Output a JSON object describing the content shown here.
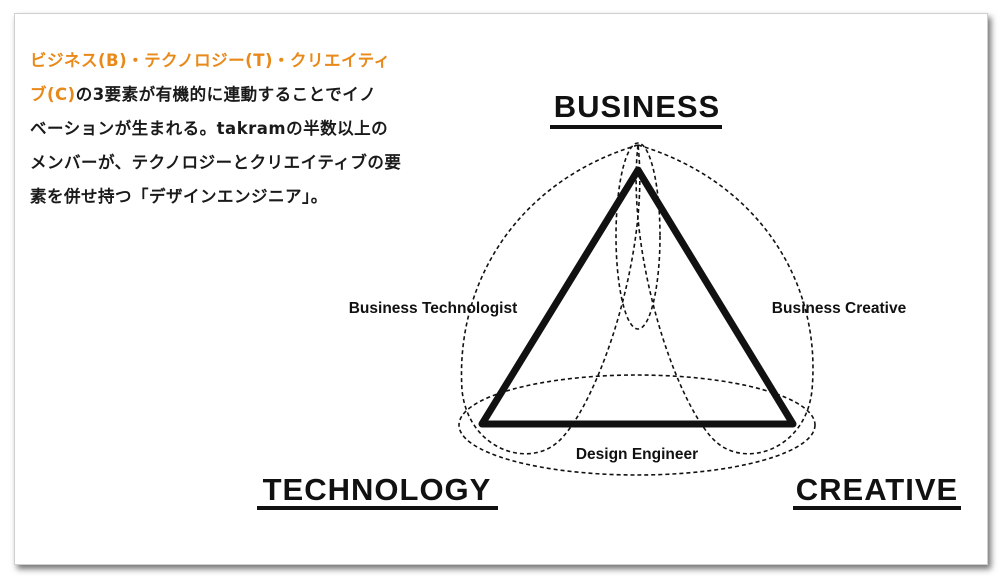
{
  "intro": {
    "accent_line1": "ビジネス(B)・テクノロジー(T)・クリエイティ",
    "accent_line2": "ブ(C)",
    "text_line2_rest": "の3要素が有機的に連動することでイノ",
    "text_line3": "ベーションが生まれる。takramの半数以上の",
    "text_line4": "メンバーが、テクノロジーとクリエイティブの要",
    "text_line5": "素を併せ持つ「デザインエンジニア」。"
  },
  "diagram": {
    "vertices": {
      "business": "BUSINESS",
      "technology": "TECHNOLOGY",
      "creative": "CREATIVE"
    },
    "overlaps": {
      "business_technologist": "Business Technologist",
      "business_creative": "Business Creative",
      "design_engineer": "Design Engineer"
    }
  },
  "colors": {
    "accent": "#e8891a",
    "text": "#1a1a1a",
    "line": "#111111"
  }
}
